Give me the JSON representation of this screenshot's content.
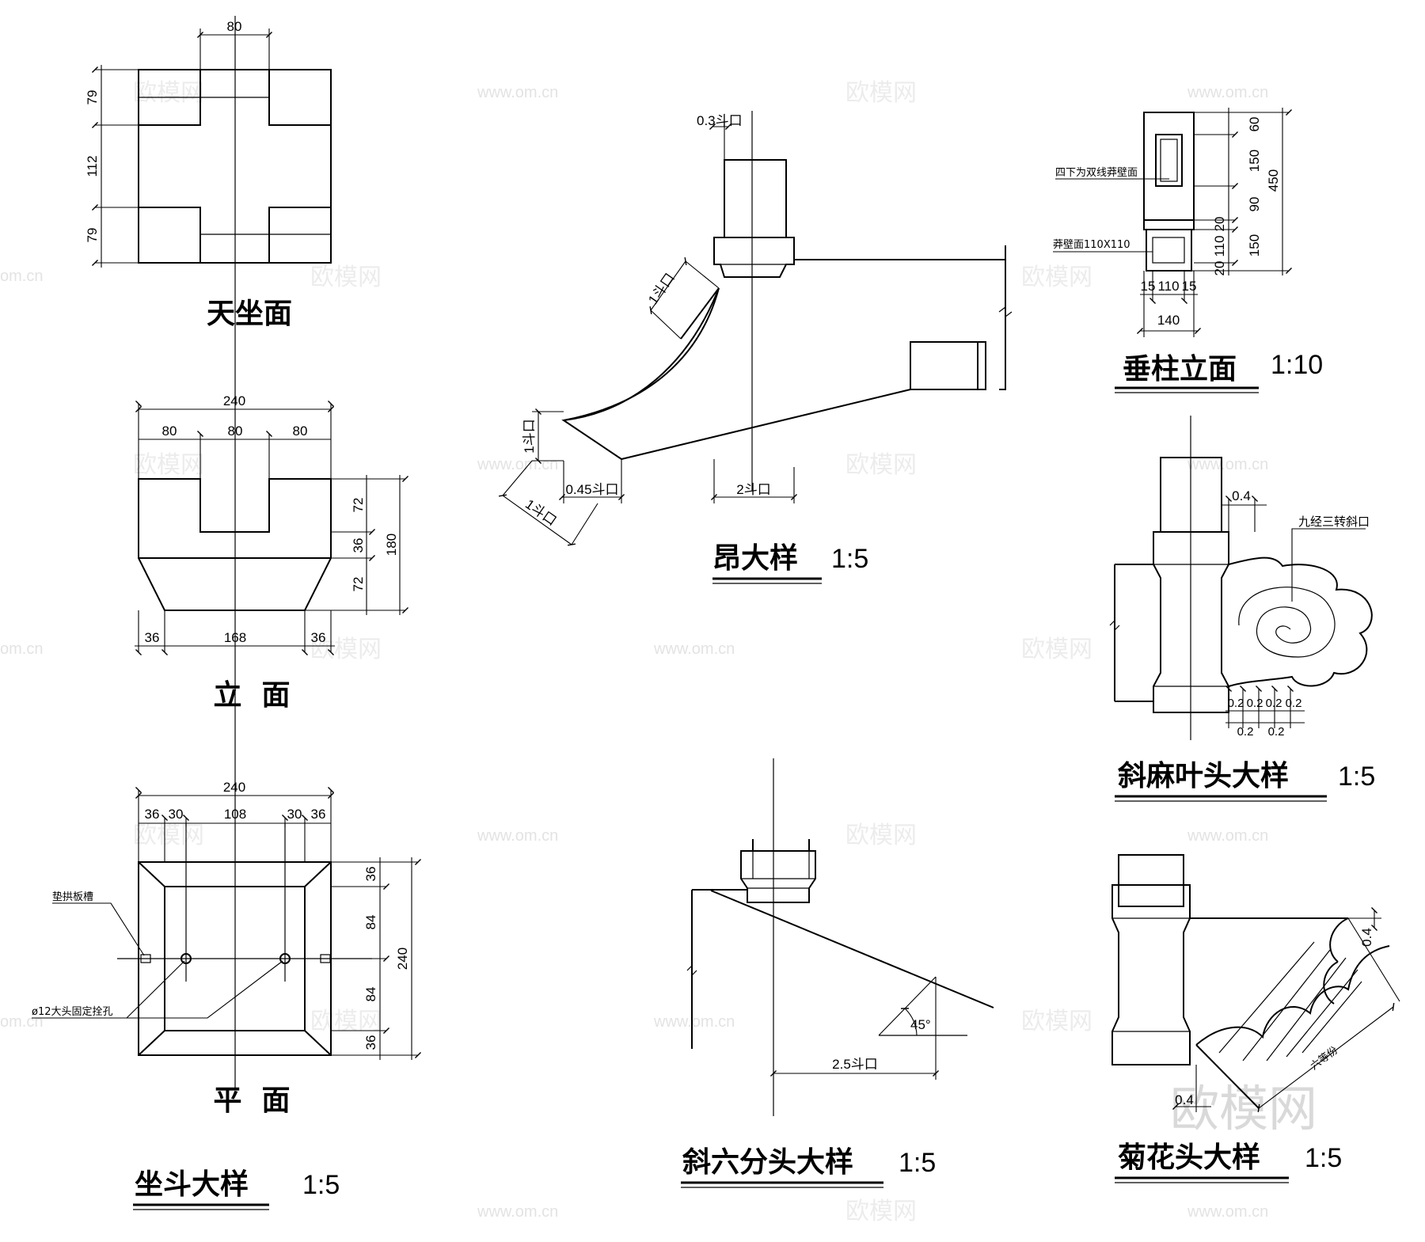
{
  "watermarks": {
    "url": "www.om.cn",
    "brand": "欧模网",
    "url_short": "om.cn"
  },
  "zuodou": {
    "title": "坐斗大样",
    "scale": "1:5",
    "plan_top": {
      "caption": "天坐面",
      "dim_top": "80",
      "dim_left_1": "79",
      "dim_left_2": "112",
      "dim_left_3": "79"
    },
    "elevation": {
      "caption": "立  面",
      "dim_total": "240",
      "dim_a": "80",
      "dim_b": "80",
      "dim_c": "80",
      "dim_r1": "72",
      "dim_r2": "36",
      "dim_r3": "72",
      "dim_rt": "180",
      "dim_b1": "36",
      "dim_b2": "168",
      "dim_b3": "36"
    },
    "plan": {
      "caption": "平  面",
      "dim_total": "240",
      "dim_1": "36",
      "dim_2": "30",
      "dim_3": "108",
      "dim_4": "30",
      "dim_5": "36",
      "dim_r1": "36",
      "dim_r2": "84",
      "dim_r3": "84",
      "dim_r4": "36",
      "dim_rt": "240",
      "note_slot": "垫拱板槽",
      "note_hole": "ø12大头固定拴孔"
    }
  },
  "ang": {
    "title": "昂大样",
    "scale": "1:5",
    "dim_top": "0.3斗口",
    "dim_slope": "1斗口",
    "dim_left": "1斗口",
    "dim_bottom_left": "1斗口",
    "dim_045": "0.45斗口",
    "dim_2": "2斗口"
  },
  "chuizhu": {
    "title": "垂柱立面",
    "scale": "1:10",
    "note_1": "四下为双线莽壁面",
    "note_2": "莽壁面110X110",
    "dim_r1": "60",
    "dim_r2": "150",
    "dim_r3": "90",
    "dim_r4": "20",
    "dim_r5": "110",
    "dim_r6": "20",
    "dim_r7": "150",
    "dim_rt": "450",
    "dim_b1": "15",
    "dim_b2": "110",
    "dim_b3": "15",
    "dim_bt": "140"
  },
  "xiemaye": {
    "title": "斜麻叶头大样",
    "scale": "1:5",
    "note": "九经三转斜口",
    "dim_top": "0.4",
    "dim_u1": "0.2",
    "dim_u2": "0.2",
    "dim_u3": "0.2",
    "dim_u4": "0.2",
    "dim_l1": "0.2",
    "dim_l2": "0.2"
  },
  "xieliu": {
    "title": "斜六分头大样",
    "scale": "1:5",
    "angle": "45°",
    "dim_25": "2.5斗口"
  },
  "juhua": {
    "title": "菊花头大样",
    "scale": "1:5",
    "dim_top": "0.4",
    "dim_bottom": "0.4",
    "note": "六等份"
  }
}
